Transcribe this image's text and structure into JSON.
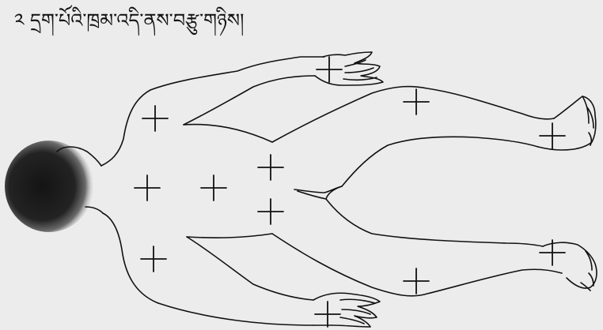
{
  "caption": "༢ དྲག་པོའི་ཁྲམ་འདི་ནས་བརྩུ་གཉིས།",
  "figure": {
    "subject": "human body outline viewed from above, lying horizontally",
    "markers": [
      {
        "id": "hand-top"
      },
      {
        "id": "shoulder-top"
      },
      {
        "id": "knee-top"
      },
      {
        "id": "foot-top"
      },
      {
        "id": "chest-left"
      },
      {
        "id": "chest-mid"
      },
      {
        "id": "abdomen-upper"
      },
      {
        "id": "abdomen-lower"
      },
      {
        "id": "shoulder-bottom"
      },
      {
        "id": "knee-bottom"
      },
      {
        "id": "foot-bottom"
      },
      {
        "id": "hand-bottom"
      }
    ],
    "colors": {
      "background": "#ececec",
      "line": "#111111",
      "head": "#1b1b1b"
    }
  }
}
